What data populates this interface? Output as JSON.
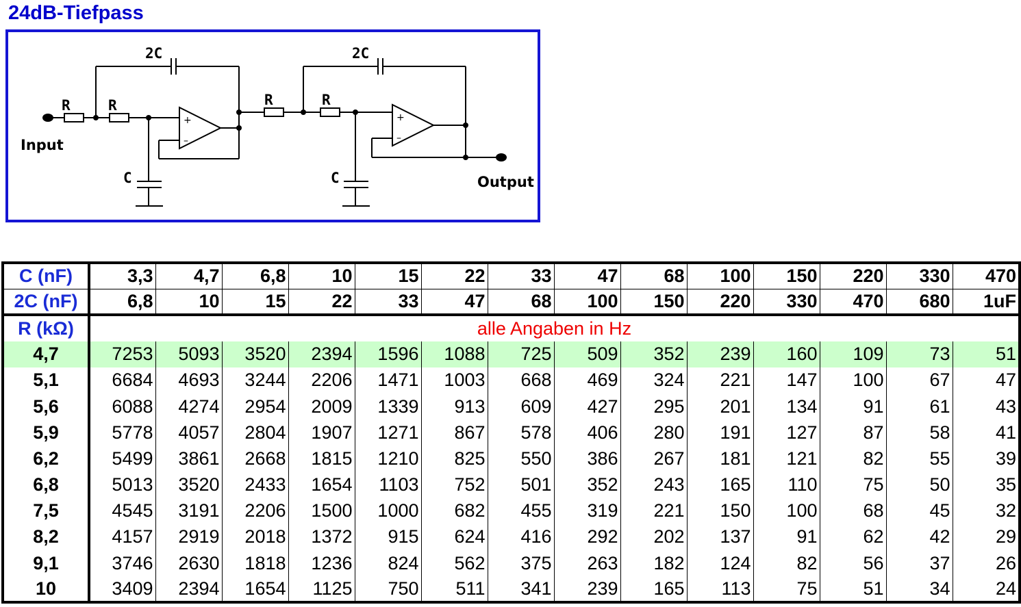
{
  "title": "24dB-Tiefpass",
  "schematic": {
    "input_label": "Input",
    "output_label": "Output",
    "r_label": "R",
    "c_label": "C",
    "c2_label": "2C"
  },
  "table": {
    "c_header": "C (nF)",
    "c2_header": "2C (nF)",
    "r_header": "R (kΩ)",
    "note": "alle Angaben in Hz",
    "c_values": [
      "3,3",
      "4,7",
      "6,8",
      "10",
      "15",
      "22",
      "33",
      "47",
      "68",
      "100",
      "150",
      "220",
      "330",
      "470"
    ],
    "c2_values": [
      "6,8",
      "10",
      "15",
      "22",
      "33",
      "47",
      "68",
      "100",
      "150",
      "220",
      "330",
      "470",
      "680",
      "1uF"
    ],
    "rows": [
      {
        "r": "4,7",
        "values": [
          "7253",
          "5093",
          "3520",
          "2394",
          "1596",
          "1088",
          "725",
          "509",
          "352",
          "239",
          "160",
          "109",
          "73",
          "51"
        ]
      },
      {
        "r": "5,1",
        "values": [
          "6684",
          "4693",
          "3244",
          "2206",
          "1471",
          "1003",
          "668",
          "469",
          "324",
          "221",
          "147",
          "100",
          "67",
          "47"
        ]
      },
      {
        "r": "5,6",
        "values": [
          "6088",
          "4274",
          "2954",
          "2009",
          "1339",
          "913",
          "609",
          "427",
          "295",
          "201",
          "134",
          "91",
          "61",
          "43"
        ]
      },
      {
        "r": "5,9",
        "values": [
          "5778",
          "4057",
          "2804",
          "1907",
          "1271",
          "867",
          "578",
          "406",
          "280",
          "191",
          "127",
          "87",
          "58",
          "41"
        ]
      },
      {
        "r": "6,2",
        "values": [
          "5499",
          "3861",
          "2668",
          "1815",
          "1210",
          "825",
          "550",
          "386",
          "267",
          "181",
          "121",
          "82",
          "55",
          "39"
        ]
      },
      {
        "r": "6,8",
        "values": [
          "5013",
          "3520",
          "2433",
          "1654",
          "1103",
          "752",
          "501",
          "352",
          "243",
          "165",
          "110",
          "75",
          "50",
          "35"
        ]
      },
      {
        "r": "7,5",
        "values": [
          "4545",
          "3191",
          "2206",
          "1500",
          "1000",
          "682",
          "455",
          "319",
          "221",
          "150",
          "100",
          "68",
          "45",
          "32"
        ]
      },
      {
        "r": "8,2",
        "values": [
          "4157",
          "2919",
          "2018",
          "1372",
          "915",
          "624",
          "416",
          "292",
          "202",
          "137",
          "91",
          "62",
          "42",
          "29"
        ]
      },
      {
        "r": "9,1",
        "values": [
          "3746",
          "2630",
          "1818",
          "1236",
          "824",
          "562",
          "375",
          "263",
          "182",
          "124",
          "82",
          "56",
          "37",
          "26"
        ]
      },
      {
        "r": "10",
        "values": [
          "3409",
          "2394",
          "1654",
          "1125",
          "750",
          "511",
          "341",
          "239",
          "165",
          "113",
          "75",
          "51",
          "34",
          "24"
        ]
      }
    ]
  },
  "colors": {
    "title": "#0000cc",
    "frame": "#1515d4",
    "header_blue": "#1a2cd6",
    "note_red": "#ee0000",
    "highlight_row": "#ccffcc"
  }
}
